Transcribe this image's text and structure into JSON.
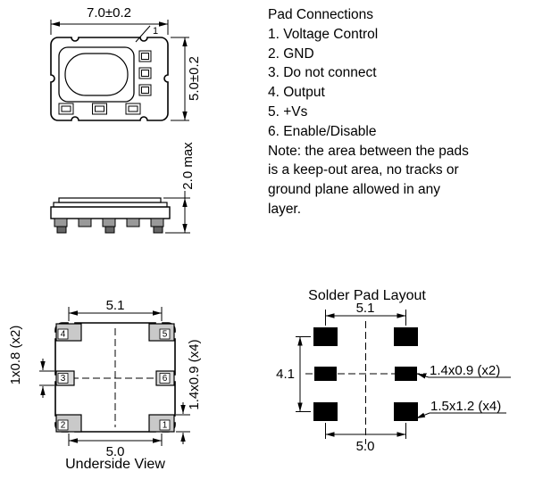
{
  "top_view": {
    "width_dim": "7.0±0.2",
    "height_dim": "5.0±0.2",
    "pin1_label": "1"
  },
  "side_view": {
    "height_dim": "2.0 max"
  },
  "underside_view": {
    "caption": "Underside View",
    "top_dim": "5.1",
    "bottom_dim": "5.0",
    "mid_pad_size": "1x0.8 (x2)",
    "corner_pad_size": "1.4x0.9 (x4)",
    "pads": {
      "top_left": "4",
      "top_right": "5",
      "mid_left": "3",
      "mid_right": "6",
      "bottom_left": "2",
      "bottom_right": "1"
    }
  },
  "pad_connections": {
    "title": "Pad Connections",
    "items": [
      "1. Voltage Control",
      "2. GND",
      "3. Do not connect",
      "4. Output",
      "5. +Vs",
      "6. Enable/Disable"
    ],
    "note": "Note: the area between the pads is a keep-out area, no tracks or ground plane allowed in any layer."
  },
  "solder_pad_layout": {
    "title": "Solder Pad Layout",
    "top_dim": "5.1",
    "left_dim": "4.1",
    "bottom_dim": "5.0",
    "mid_pad_size": "1.4x0.9 (x2)",
    "corner_pad_size": "1.5x1.2 (x4)"
  },
  "colors": {
    "line": "#000000",
    "package_pad_gray": "#c9c9c9",
    "solder_pad_black": "#000000",
    "background": "#ffffff"
  }
}
